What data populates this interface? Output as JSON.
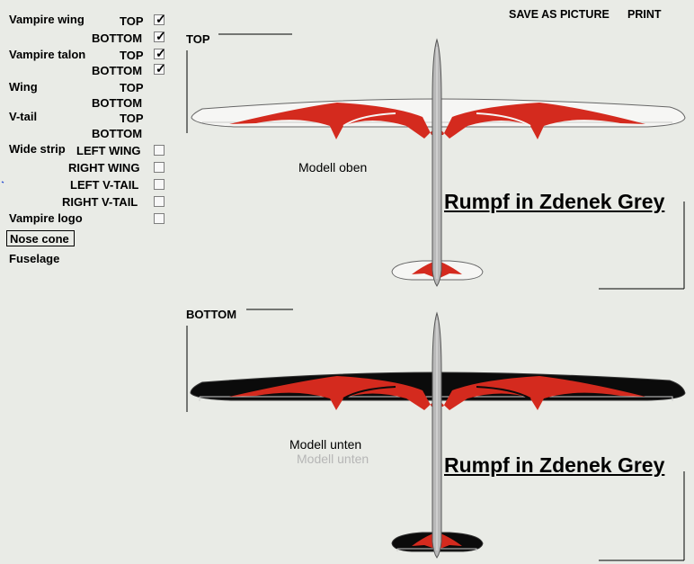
{
  "toolbar": {
    "save_label": "SAVE AS PICTURE",
    "print_label": "PRINT"
  },
  "options": {
    "vampire_wing": {
      "label": "Vampire wing",
      "top": "TOP",
      "bottom": "BOTTOM",
      "top_checked": true,
      "bottom_checked": true
    },
    "vampire_talon": {
      "label": "Vampire talon",
      "top": "TOP",
      "bottom": "BOTTOM",
      "top_checked": true,
      "bottom_checked": true
    },
    "wing": {
      "label": "Wing",
      "top": "TOP",
      "bottom": "BOTTOM"
    },
    "vtail": {
      "label": "V-tail",
      "top": "TOP",
      "bottom": "BOTTOM"
    },
    "wide_strip": {
      "label": "Wide strip",
      "left_wing": "LEFT WING",
      "right_wing": "RIGHT WING",
      "left_vtail": "LEFT V-TAIL",
      "right_vtail": "RIGHT V-TAIL"
    },
    "vampire_logo": {
      "label": "Vampire logo"
    },
    "nose_cone": {
      "label": "Nose cone"
    },
    "fuselage": {
      "label": "Fuselage"
    }
  },
  "preview": {
    "top": {
      "section_label": "TOP",
      "model_label": "Modell oben",
      "fuselage_label": "Rumpf in Zdenek Grey"
    },
    "bottom": {
      "section_label": "BOTTOM",
      "model_label": "Modell unten",
      "model_label_ghost": "Modell unten",
      "fuselage_label": "Rumpf in Zdenek Grey"
    }
  },
  "colors": {
    "background": "#e9ebe6",
    "accent_red": "#d42a1e",
    "wing_white": "#f6f6f4",
    "wing_black": "#0b0b0b",
    "fuselage_grey": "#b9b9b9"
  },
  "check_glyph": "✓"
}
